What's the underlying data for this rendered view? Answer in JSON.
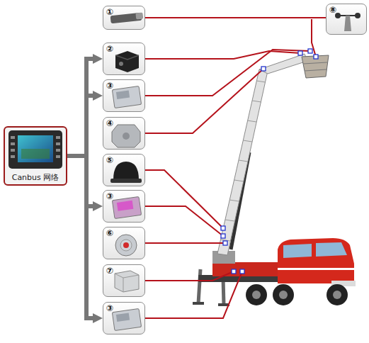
{
  "diagram": {
    "nodes": [
      {
        "text": [
          "Canbus 网络"
        ]
      },
      {
        "text": [
          "①"
        ]
      },
      {
        "text": [
          "②"
        ]
      },
      {
        "text": [
          "③"
        ]
      },
      {
        "text": [
          "④"
        ]
      },
      {
        "text": [
          "⑤"
        ]
      },
      {
        "text": [
          "③"
        ]
      },
      {
        "text": [
          "⑥"
        ]
      },
      {
        "text": [
          "⑦"
        ]
      },
      {
        "text": [
          "③"
        ]
      },
      {
        "text": [
          "⑧"
        ]
      }
    ],
    "edges": [
      {
        "from": 0,
        "to": 2,
        "arrow": "to"
      },
      {
        "from": 0,
        "to": 3,
        "arrow": "to"
      },
      {
        "from": 0,
        "to": 6,
        "arrow": "to"
      },
      {
        "from": 0,
        "to": 9,
        "arrow": "to"
      },
      {
        "from": 1,
        "to": 10,
        "arrow": "none"
      }
    ]
  }
}
